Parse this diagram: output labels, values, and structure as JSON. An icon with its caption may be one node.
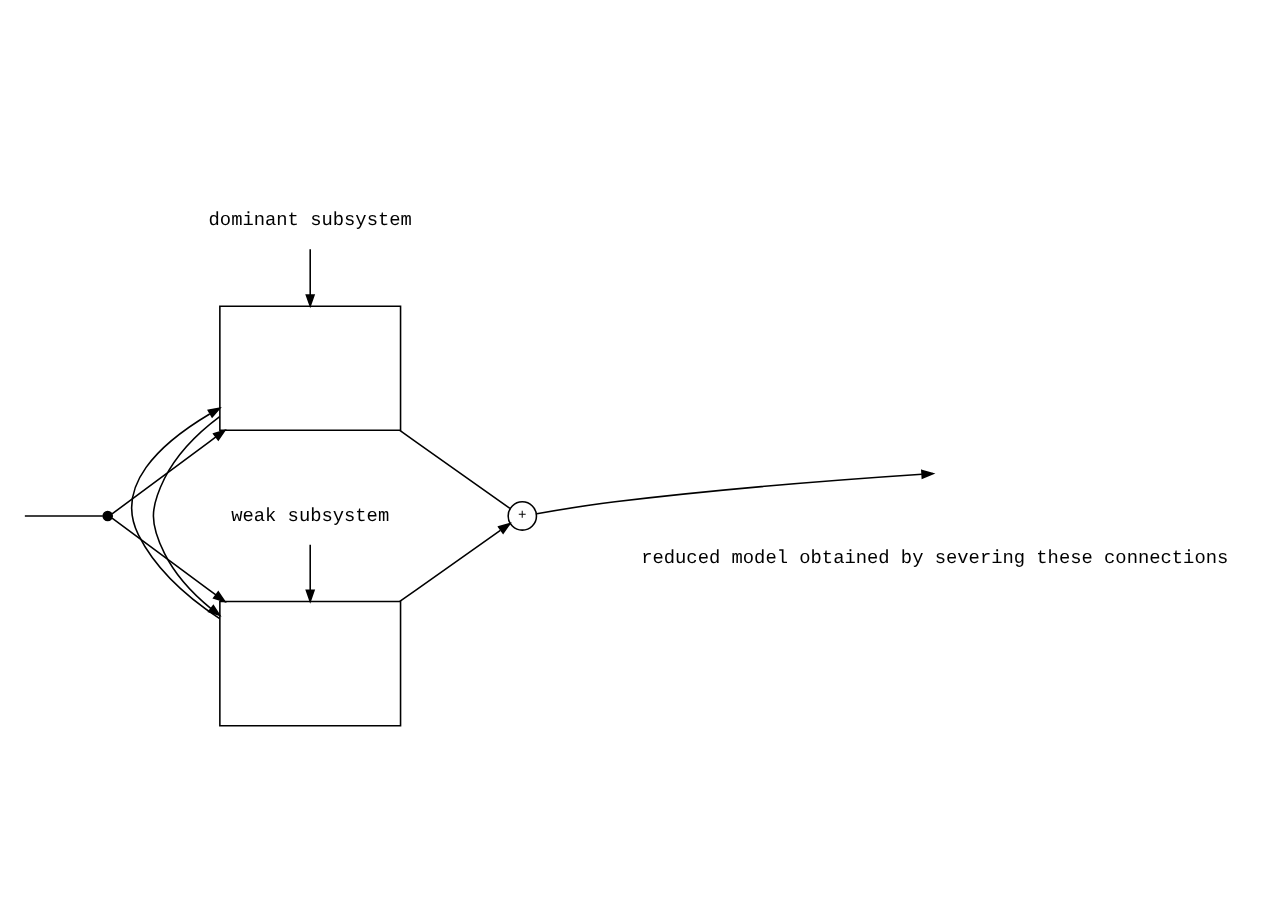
{
  "diagram": {
    "nodes": [
      {
        "text": [
          "dominant subsystem"
        ]
      },
      {
        "text": [],
        "shape": "box"
      },
      {
        "text": [
          "+"
        ]
      },
      {
        "text": [],
        "shape": "circle"
      },
      {
        "text": [],
        "shape": "box"
      },
      {
        "text": [
          "weak subsystem"
        ]
      }
    ],
    "edges": [
      {
        "from": null,
        "to": 3,
        "arrow": "none"
      },
      {
        "from": 3,
        "to": 1,
        "arrow": "to"
      },
      {
        "from": 3,
        "to": 4,
        "arrow": "to"
      },
      {
        "from": 1,
        "to": 2,
        "arrow": "none"
      },
      {
        "from": 4,
        "to": 2,
        "arrow": "to"
      },
      {
        "from": 2,
        "to": null,
        "arrow": "to"
      },
      {
        "from": 1,
        "to": 4,
        "arrow": "to"
      },
      {
        "from": 4,
        "to": 1,
        "arrow": "to"
      },
      {
        "from": 0,
        "to": 1,
        "arrow": "to"
      },
      {
        "from": 5,
        "to": 4,
        "arrow": "to"
      }
    ],
    "labels": [
      "reduced model obtained by severing these connections"
    ]
  }
}
